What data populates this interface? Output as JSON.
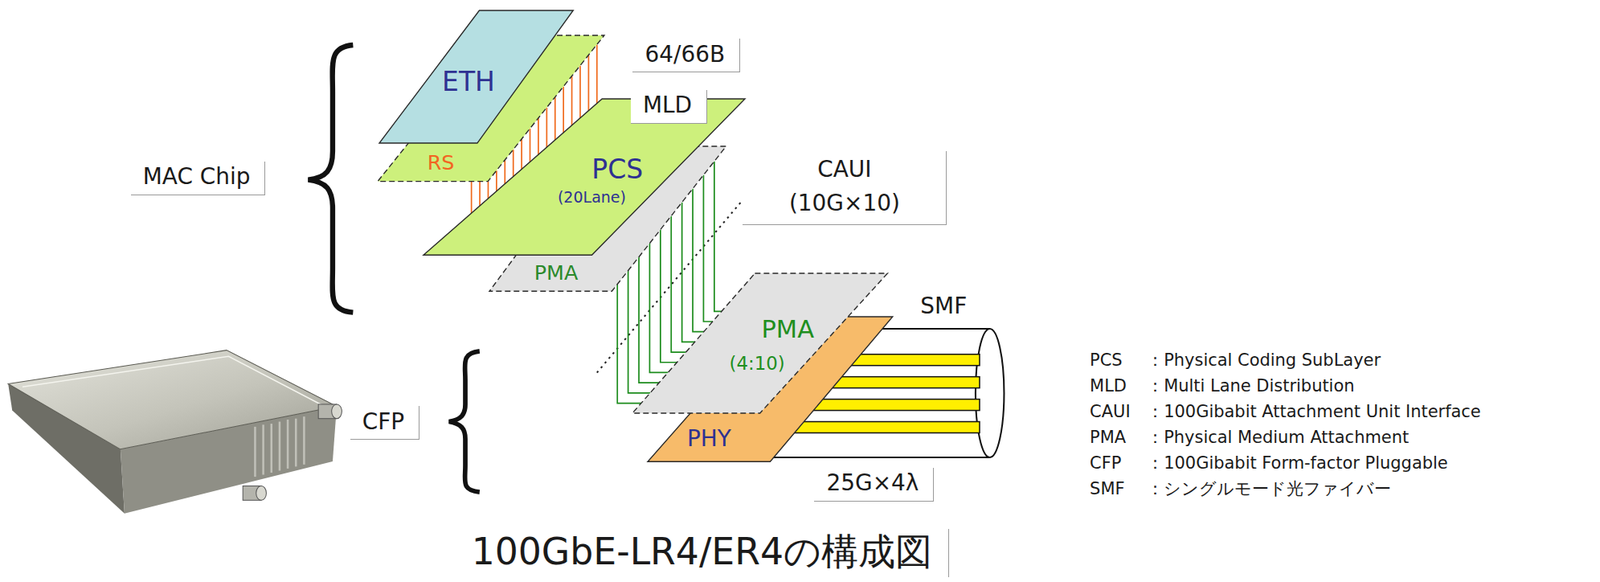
{
  "diagram": {
    "caption": "100GbE-LR4/ER4の構成図",
    "nodes": [
      {
        "text": [
          "ETH"
        ]
      },
      {
        "text": [
          "RS"
        ]
      },
      {
        "text": [
          "PCS",
          "(20Lane)"
        ]
      },
      {
        "text": [
          "PMA"
        ]
      },
      {
        "text": [
          "PMA",
          "(4:10)"
        ]
      },
      {
        "text": [
          "PHY"
        ]
      }
    ],
    "edges": [
      {
        "from": 1,
        "to": 2,
        "arrow": "none"
      },
      {
        "from": 3,
        "to": 4,
        "arrow": "none"
      }
    ],
    "labels": [
      "64/66B",
      "MLD",
      "MAC Chip",
      "CAUI (10G×10)",
      "SMF",
      "CFP",
      "25G×4λ",
      "PCS",
      "：Physical Coding SubLayer",
      "MLD",
      "：Multi Lane Distribution",
      "CAUI",
      "：100Gibabit Attachment Unit Interface",
      "PMA",
      "：Physical Medium Attachment",
      "CFP",
      "：100Gibabit Form-factor Pluggable",
      "SMF",
      "：シングルモード光ファイバー"
    ]
  }
}
